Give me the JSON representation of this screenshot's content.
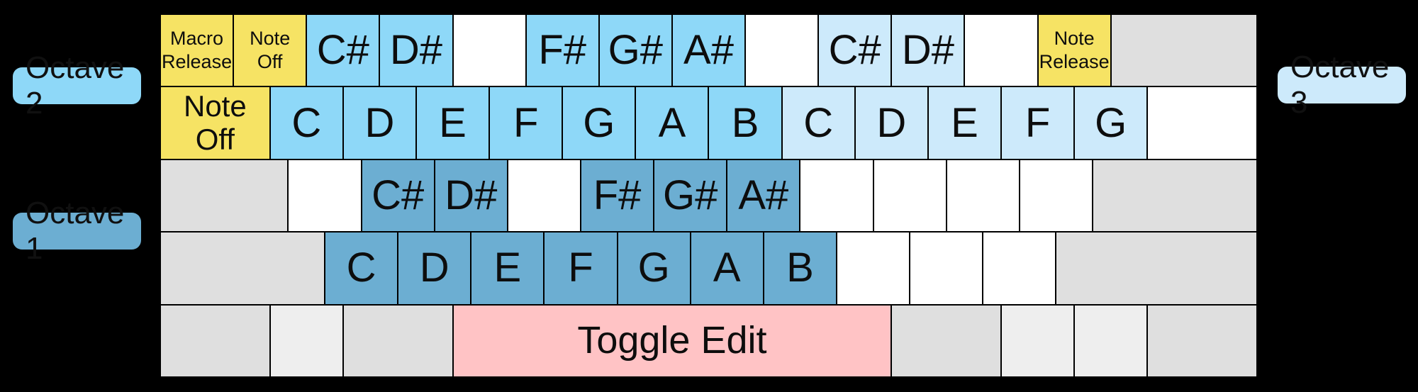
{
  "palette": {
    "yellow": "#f6e364",
    "octave1": "#6caed2",
    "octave2": "#8ed8f8",
    "octave3": "#cdeafb",
    "pink": "#ffc3c5",
    "gray": "#dfdfdf",
    "lightgray": "#eeeeee",
    "white": "#ffffff",
    "background": "#000000",
    "key_text": "#0d0d0d"
  },
  "octave_labels": [
    {
      "text": "Octave 2",
      "color": "octave2",
      "name": "octave-2-label"
    },
    {
      "text": "Octave 1",
      "color": "octave1",
      "name": "octave-1-label"
    },
    {
      "text": "Octave 3",
      "color": "octave3",
      "name": "octave-3-label"
    }
  ],
  "keyboard": {
    "rows": [
      {
        "keys": [
          {
            "label": "Macro\nRelease",
            "color": "yellow",
            "span": 4,
            "style": "small",
            "name": "key-macro-release"
          },
          {
            "label": "Note\nOff",
            "color": "yellow",
            "span": 4,
            "style": "small",
            "name": "key-note-off-top"
          },
          {
            "label": "C#",
            "color": "octave2",
            "span": 4,
            "style": "note",
            "name": "key-csharp-oct2"
          },
          {
            "label": "D#",
            "color": "octave2",
            "span": 4,
            "style": "note",
            "name": "key-dsharp-oct2"
          },
          {
            "label": "",
            "color": "white",
            "span": 4,
            "style": "note",
            "name": "key-blank"
          },
          {
            "label": "F#",
            "color": "octave2",
            "span": 4,
            "style": "note",
            "name": "key-fsharp-oct2"
          },
          {
            "label": "G#",
            "color": "octave2",
            "span": 4,
            "style": "note",
            "name": "key-gsharp-oct2"
          },
          {
            "label": "A#",
            "color": "octave2",
            "span": 4,
            "style": "note",
            "name": "key-asharp-oct2"
          },
          {
            "label": "",
            "color": "white",
            "span": 4,
            "style": "note",
            "name": "key-blank"
          },
          {
            "label": "C#",
            "color": "octave3",
            "span": 4,
            "style": "note",
            "name": "key-csharp-oct3"
          },
          {
            "label": "D#",
            "color": "octave3",
            "span": 4,
            "style": "note",
            "name": "key-dsharp-oct3"
          },
          {
            "label": "",
            "color": "white",
            "span": 4,
            "style": "note",
            "name": "key-blank"
          },
          {
            "label": "Note\nRelease",
            "color": "yellow",
            "span": 4,
            "style": "small",
            "name": "key-note-release"
          },
          {
            "label": "",
            "color": "gray",
            "span": 8,
            "style": "note",
            "name": "key-inactive"
          }
        ]
      },
      {
        "keys": [
          {
            "label": "Note\nOff",
            "color": "yellow",
            "span": 6,
            "style": "medium",
            "name": "key-note-off-tab"
          },
          {
            "label": "C",
            "color": "octave2",
            "span": 4,
            "style": "note",
            "name": "key-c-oct2"
          },
          {
            "label": "D",
            "color": "octave2",
            "span": 4,
            "style": "note",
            "name": "key-d-oct2"
          },
          {
            "label": "E",
            "color": "octave2",
            "span": 4,
            "style": "note",
            "name": "key-e-oct2"
          },
          {
            "label": "F",
            "color": "octave2",
            "span": 4,
            "style": "note",
            "name": "key-f-oct2"
          },
          {
            "label": "G",
            "color": "octave2",
            "span": 4,
            "style": "note",
            "name": "key-g-oct2"
          },
          {
            "label": "A",
            "color": "octave2",
            "span": 4,
            "style": "note",
            "name": "key-a-oct2"
          },
          {
            "label": "B",
            "color": "octave2",
            "span": 4,
            "style": "note",
            "name": "key-b-oct2"
          },
          {
            "label": "C",
            "color": "octave3",
            "span": 4,
            "style": "note",
            "name": "key-c-oct3"
          },
          {
            "label": "D",
            "color": "octave3",
            "span": 4,
            "style": "note",
            "name": "key-d-oct3"
          },
          {
            "label": "E",
            "color": "octave3",
            "span": 4,
            "style": "note",
            "name": "key-e-oct3"
          },
          {
            "label": "F",
            "color": "octave3",
            "span": 4,
            "style": "note",
            "name": "key-f-oct3"
          },
          {
            "label": "G",
            "color": "octave3",
            "span": 4,
            "style": "note",
            "name": "key-g-oct3"
          },
          {
            "label": "",
            "color": "white",
            "span": 6,
            "style": "note",
            "name": "key-blank"
          }
        ]
      },
      {
        "keys": [
          {
            "label": "",
            "color": "gray",
            "span": 7,
            "style": "note",
            "name": "key-inactive"
          },
          {
            "label": "",
            "color": "white",
            "span": 4,
            "style": "note",
            "name": "key-blank"
          },
          {
            "label": "C#",
            "color": "octave1",
            "span": 4,
            "style": "note",
            "name": "key-csharp-oct1"
          },
          {
            "label": "D#",
            "color": "octave1",
            "span": 4,
            "style": "note",
            "name": "key-dsharp-oct1"
          },
          {
            "label": "",
            "color": "white",
            "span": 4,
            "style": "note",
            "name": "key-blank"
          },
          {
            "label": "F#",
            "color": "octave1",
            "span": 4,
            "style": "note",
            "name": "key-fsharp-oct1"
          },
          {
            "label": "G#",
            "color": "octave1",
            "span": 4,
            "style": "note",
            "name": "key-gsharp-oct1"
          },
          {
            "label": "A#",
            "color": "octave1",
            "span": 4,
            "style": "note",
            "name": "key-asharp-oct1"
          },
          {
            "label": "",
            "color": "white",
            "span": 4,
            "style": "note",
            "name": "key-blank"
          },
          {
            "label": "",
            "color": "white",
            "span": 4,
            "style": "note",
            "name": "key-blank"
          },
          {
            "label": "",
            "color": "white",
            "span": 4,
            "style": "note",
            "name": "key-blank"
          },
          {
            "label": "",
            "color": "white",
            "span": 4,
            "style": "note",
            "name": "key-blank"
          },
          {
            "label": "",
            "color": "gray",
            "span": 9,
            "style": "note",
            "name": "key-inactive"
          }
        ]
      },
      {
        "keys": [
          {
            "label": "",
            "color": "gray",
            "span": 9,
            "style": "note",
            "name": "key-inactive"
          },
          {
            "label": "C",
            "color": "octave1",
            "span": 4,
            "style": "note",
            "name": "key-c-oct1"
          },
          {
            "label": "D",
            "color": "octave1",
            "span": 4,
            "style": "note",
            "name": "key-d-oct1"
          },
          {
            "label": "E",
            "color": "octave1",
            "span": 4,
            "style": "note",
            "name": "key-e-oct1"
          },
          {
            "label": "F",
            "color": "octave1",
            "span": 4,
            "style": "note",
            "name": "key-f-oct1"
          },
          {
            "label": "G",
            "color": "octave1",
            "span": 4,
            "style": "note",
            "name": "key-g-oct1"
          },
          {
            "label": "A",
            "color": "octave1",
            "span": 4,
            "style": "note",
            "name": "key-a-oct1"
          },
          {
            "label": "B",
            "color": "octave1",
            "span": 4,
            "style": "note",
            "name": "key-b-oct1"
          },
          {
            "label": "",
            "color": "white",
            "span": 4,
            "style": "note",
            "name": "key-blank"
          },
          {
            "label": "",
            "color": "white",
            "span": 4,
            "style": "note",
            "name": "key-blank"
          },
          {
            "label": "",
            "color": "white",
            "span": 4,
            "style": "note",
            "name": "key-blank"
          },
          {
            "label": "",
            "color": "gray",
            "span": 11,
            "style": "note",
            "name": "key-inactive"
          }
        ]
      },
      {
        "keys": [
          {
            "label": "",
            "color": "gray",
            "span": 6,
            "style": "note",
            "name": "key-inactive"
          },
          {
            "label": "",
            "color": "lightgray",
            "span": 4,
            "style": "note",
            "name": "key-inactive-light"
          },
          {
            "label": "",
            "color": "gray",
            "span": 6,
            "style": "note",
            "name": "key-inactive"
          },
          {
            "label": "Toggle Edit",
            "color": "pink",
            "span": 24,
            "style": "large",
            "name": "key-toggle-edit"
          },
          {
            "label": "",
            "color": "gray",
            "span": 6,
            "style": "note",
            "name": "key-inactive"
          },
          {
            "label": "",
            "color": "lightgray",
            "span": 4,
            "style": "note",
            "name": "key-inactive-light"
          },
          {
            "label": "",
            "color": "lightgray",
            "span": 4,
            "style": "note",
            "name": "key-inactive-light"
          },
          {
            "label": "",
            "color": "gray",
            "span": 6,
            "style": "note",
            "name": "key-inactive"
          }
        ]
      }
    ]
  }
}
